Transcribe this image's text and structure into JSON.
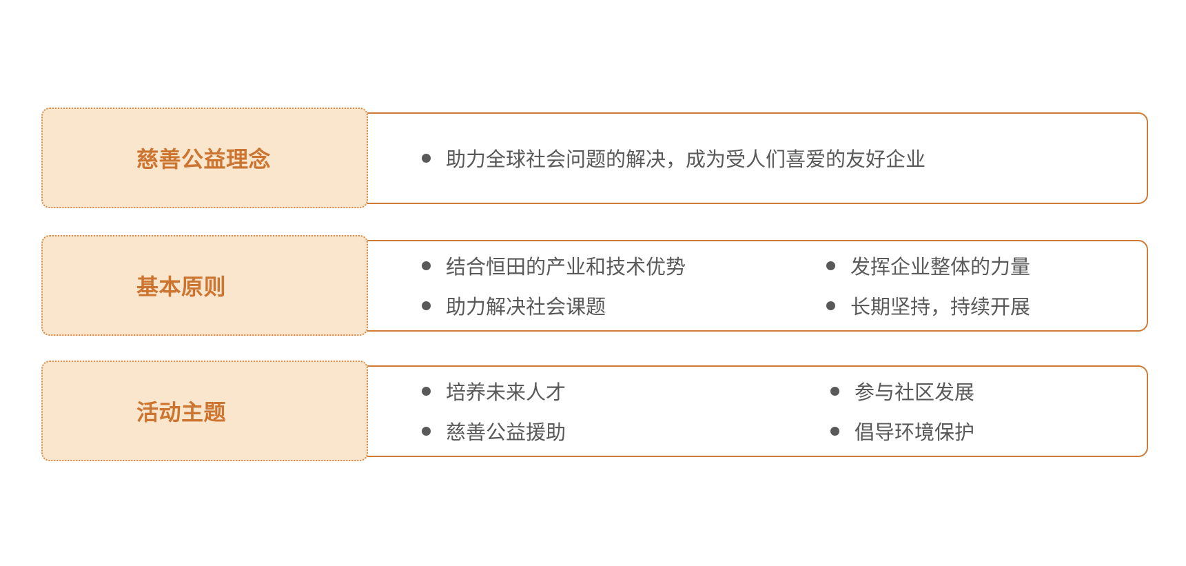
{
  "rows": [
    {
      "label": "慈善公益理念",
      "items": [
        "助力全球社会问题的解决，成为受人们喜爱的友好企业"
      ]
    },
    {
      "label": "基本原则",
      "items": [
        "结合恒田的产业和技术优势",
        "发挥企业整体的力量",
        "助力解决社会课题",
        "长期坚持，持续开展"
      ]
    },
    {
      "label": "活动主题",
      "items": [
        "培养未来人才",
        "参与社区发展",
        "慈善公益援助",
        "倡导环境保护"
      ]
    }
  ],
  "colors": {
    "accent_border": "#cf7b35",
    "label_fill": "#fae5cd",
    "label_text": "#cc7531",
    "body_text": "#595959"
  }
}
